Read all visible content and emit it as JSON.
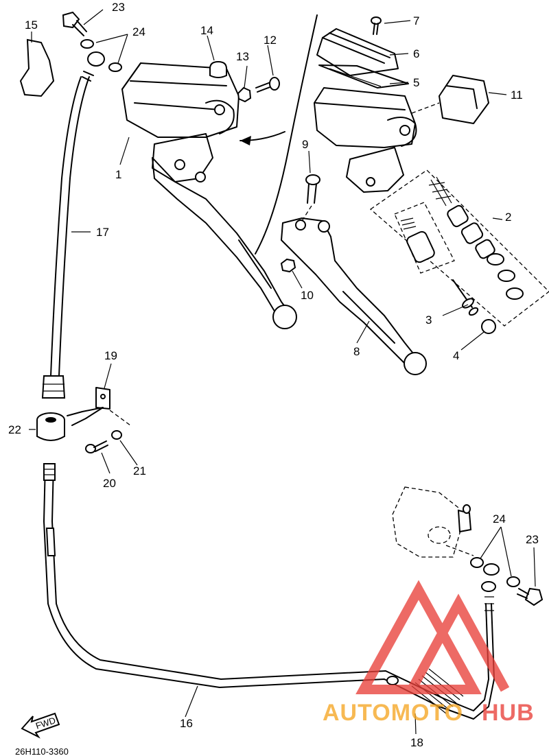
{
  "callouts": {
    "c1": "1",
    "c2": "2",
    "c3": "3",
    "c4": "4",
    "c5": "5",
    "c6": "6",
    "c7": "7",
    "c8": "8",
    "c9": "9",
    "c10": "10",
    "c11": "11",
    "c12": "12",
    "c13": "13",
    "c14": "14",
    "c15": "15",
    "c16": "16",
    "c17": "17",
    "c18": "18",
    "c19": "19",
    "c20": "20",
    "c21": "21",
    "c22": "22",
    "c23a": "23",
    "c23b": "23",
    "c24a": "24",
    "c24b": "24"
  },
  "fwd_label": "FWD",
  "drawing_code": "26H110-3360",
  "watermark": {
    "part1": "AUTOMOTO",
    "part2": "HUB",
    "color_red": "#e8413a",
    "color_orange": "#f5a623"
  }
}
